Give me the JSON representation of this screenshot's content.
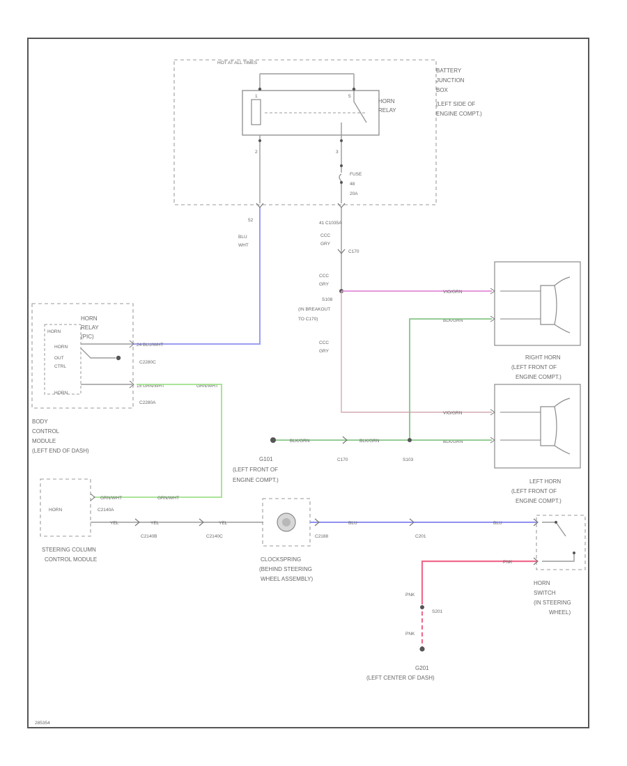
{
  "diagram": {
    "colors": {
      "blu_wht": "#9c9cf2",
      "vio_grn": "#e08ad6",
      "blk_grn": "#86c586",
      "grn_wht": "#9fe08a",
      "blu": "#8f8ff0",
      "pnk": "#f06a8a",
      "gray": "#9a9a9a",
      "gry": "#d4a8b0"
    },
    "battery_box": {
      "hot_label": "HOT AT ALL TIMES",
      "name_lines": [
        "BATTERY",
        "JUNCTION",
        "BOX",
        "(LEFT SIDE OF",
        "ENGINE COMPT.)"
      ],
      "relay_lines": [
        "HORN",
        "RELAY"
      ],
      "pin_left": "1",
      "pin_right": "5",
      "pin_bottom_left": "2",
      "pin_bottom_right": "3",
      "fuse_lines": [
        "FUSE",
        "48",
        "20A"
      ]
    },
    "wires": {
      "w52": "52",
      "blu_wht_lines": [
        "BLU",
        "WHT"
      ],
      "c1035a": "41  C1035A",
      "gry_lines_top": [
        "CCC",
        "GRY"
      ],
      "c170_top": "C170",
      "gry_lines_mid": [
        "CCC",
        "GRY"
      ],
      "s108_lines": [
        "S108",
        "(IN BREAKOUT",
        "TO C170)"
      ],
      "gry_lines_low": [
        "CCC",
        "GRY"
      ]
    },
    "bcm": {
      "relay_lines": [
        "HORN",
        "RELAY",
        "(PIC)"
      ],
      "horn_word": "HORN",
      "out_ctrl_lines": [
        "OUT",
        "CTRL"
      ],
      "horn_bottom": "HORN",
      "c2280c_wire": "24  BLU/WHT",
      "c2280c": "C2280C",
      "c2280a_wire": "15  GRN/WHT",
      "grn_wht_tag": "GRN/WHT",
      "c2280a": "C2280A",
      "name_lines": [
        "BODY",
        "CONTROL",
        "MODULE",
        "(LEFT END OF DASH)"
      ]
    },
    "right_horn": {
      "vio_grn_tag": "VIO/GRN",
      "blk_grn_tag": "BLK/GRN",
      "name_lines": [
        "RIGHT HORN",
        "(LEFT FRONT OF",
        "ENGINE COMPT.)"
      ]
    },
    "left_horn": {
      "vio_grn_tag": "VIO/GRN",
      "blk_grn_tag": "BLK/GRN",
      "name_lines": [
        "LEFT HORN",
        "(LEFT FRONT OF",
        "ENGINE COMPT.)"
      ]
    },
    "ground_row": {
      "tag1": "BLK/GRN",
      "tag2": "BLK/GRN",
      "g101_lines": [
        "G101",
        "(LEFT FRONT OF",
        "ENGINE COMPT.)"
      ],
      "c170": "C170",
      "s103": "S103"
    },
    "sccm": {
      "horn_word": "HORN",
      "grn_wht_1": "GRN/WHT",
      "grn_wht_2": "GRN/WHT",
      "c2140a": "C2140A",
      "yel_1": "YEL",
      "yel_2": "YEL",
      "yel_3": "YEL",
      "c2140b": "C2140B",
      "c2140c": "C2140C",
      "name_lines": [
        "STEERING COLUMN",
        "CONTROL MODULE"
      ]
    },
    "clockspring": {
      "c2188": "C2188",
      "name_lines": [
        "CLOCKSPRING",
        "(BEHIND STEERING",
        "WHEEL ASSEMBLY)"
      ]
    },
    "horn_switch": {
      "blu_1": "BLU",
      "c201": "C201",
      "blu_2": "BLU",
      "pnk_1": "PNK",
      "name_lines": [
        "HORN",
        "SWITCH",
        "(IN STEERING",
        "WHEEL)"
      ]
    },
    "ground_g201": {
      "pnk_top": "PNK",
      "s201": "S201",
      "pnk_bottom": "PNK",
      "name_lines": [
        "G201",
        "(LEFT CENTER OF DASH)"
      ]
    },
    "footer_code": "285354"
  }
}
